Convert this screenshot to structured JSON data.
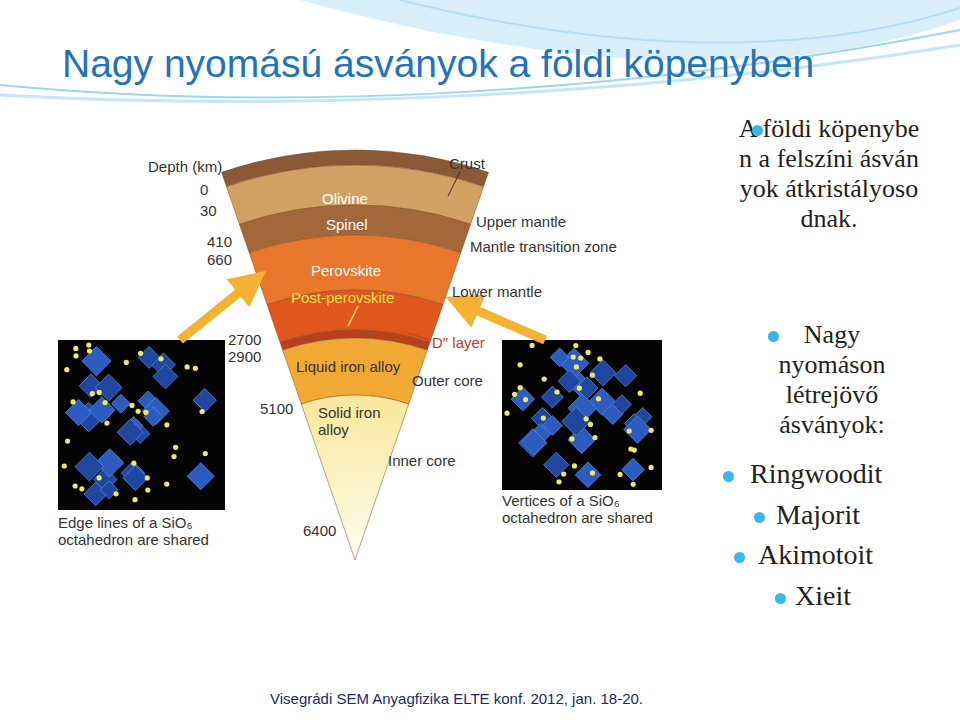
{
  "diagram": {
    "title": "Nagy nyomású ásványok a földi köpenyben",
    "labels": [
      "Depth (km)",
      "0",
      "30",
      "410",
      "660",
      "2700",
      "2900",
      "5100",
      "6400",
      "Crust",
      "Olivine",
      "Spinel",
      "Upper mantle",
      "Mantle transition zone",
      "Perovskite",
      "Post-perovskite",
      "Lower mantle",
      "D″ layer",
      "Liquid iron alloy",
      "Outer core",
      "Solid iron alloy",
      "Inner core",
      "Edge lines of a SiO₆ octahedron are shared",
      "Vertices of a SiO₆ octahedron are shared",
      "A földi köpenyben a felszíni ásványok átkristályosodnak.",
      "Nagy nyomáson létrejövő ásványok:",
      "Ringwoodit",
      "Majorit",
      "Akimotoit",
      "Xieit",
      "Visegrádi SEM Anyagfizika ELTE konf. 2012, jan. 18-20."
    ]
  }
}
